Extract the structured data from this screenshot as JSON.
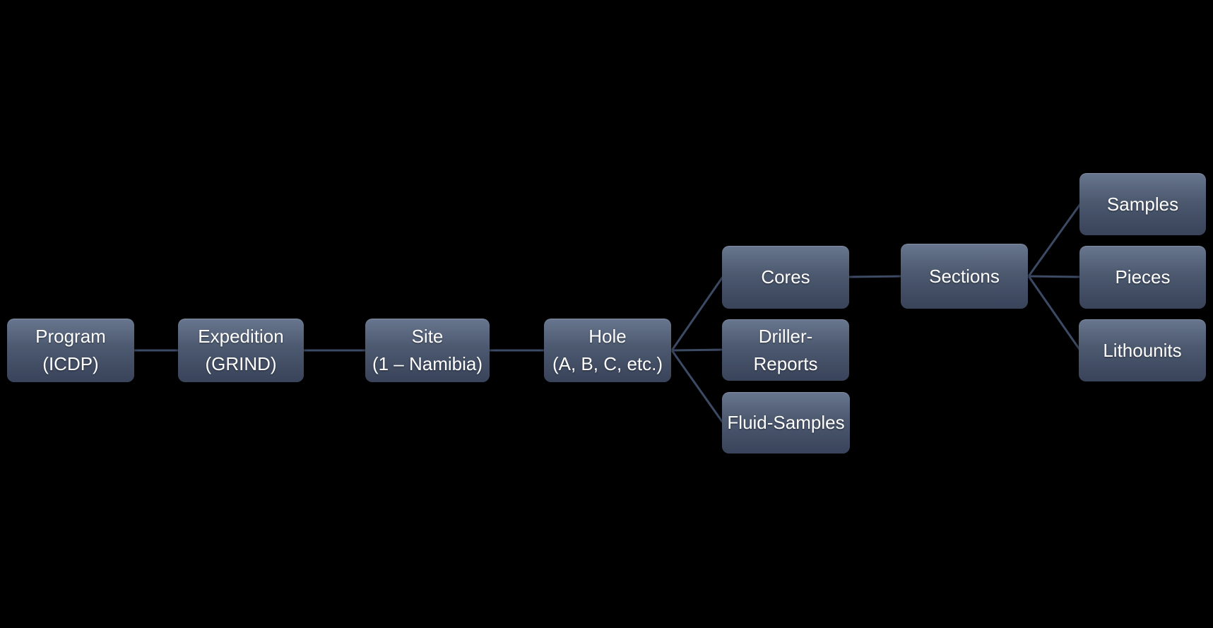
{
  "colors": {
    "background": "#000000",
    "box_gradient_top": "#68768f",
    "box_gradient_bottom": "#39435a",
    "connector": "#3d4a64",
    "text": "#ffffff"
  },
  "nodes": {
    "program": {
      "line1": "Program",
      "line2": "(ICDP)"
    },
    "expedition": {
      "line1": "Expedition",
      "line2": "(GRIND)"
    },
    "site": {
      "line1": "Site",
      "line2": "(1 – Namibia)"
    },
    "hole": {
      "line1": "Hole",
      "line2": "(A, B, C, etc.)"
    },
    "cores": {
      "line1": "Cores"
    },
    "driller_reports": {
      "line1": "Driller-",
      "line2": "Reports"
    },
    "fluid_samples": {
      "line1": "Fluid-Samples"
    },
    "sections": {
      "line1": "Sections"
    },
    "samples": {
      "line1": "Samples"
    },
    "pieces": {
      "line1": "Pieces"
    },
    "lithounits": {
      "line1": "Lithounits"
    }
  },
  "connections": [
    {
      "from": "program",
      "to": "expedition"
    },
    {
      "from": "expedition",
      "to": "site"
    },
    {
      "from": "site",
      "to": "hole"
    },
    {
      "from": "hole",
      "to": "cores"
    },
    {
      "from": "hole",
      "to": "driller_reports"
    },
    {
      "from": "hole",
      "to": "fluid_samples"
    },
    {
      "from": "cores",
      "to": "sections"
    },
    {
      "from": "sections",
      "to": "samples"
    },
    {
      "from": "sections",
      "to": "pieces"
    },
    {
      "from": "sections",
      "to": "lithounits"
    }
  ]
}
